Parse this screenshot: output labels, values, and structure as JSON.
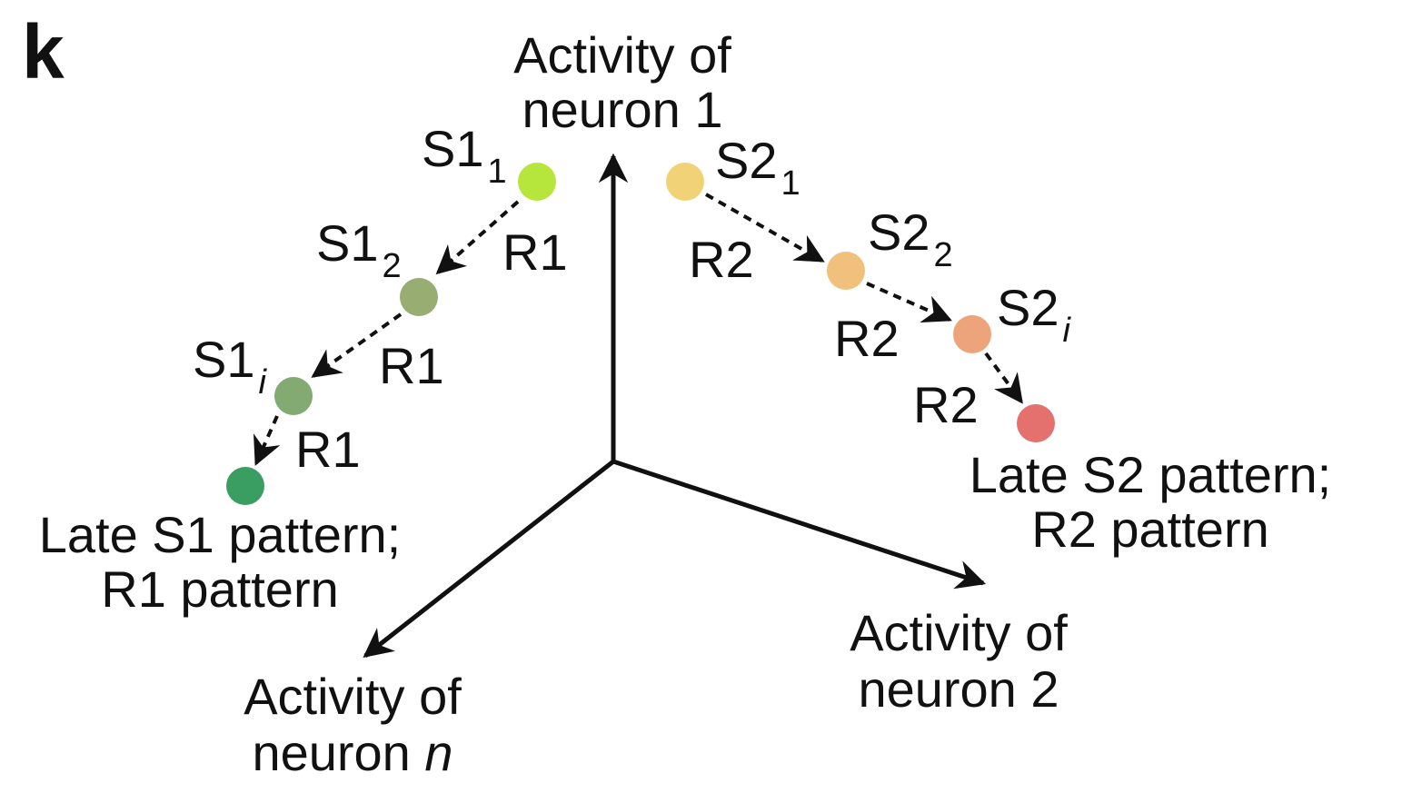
{
  "panel_label": "k",
  "axes": {
    "neuron1": [
      "Activity of",
      "neuron 1"
    ],
    "neuron2": [
      "Activity of",
      "neuron 2"
    ],
    "neuron_n": {
      "line1": "Activity of",
      "line2_prefix": "neuron ",
      "line2_italic": "n"
    }
  },
  "s1_series": {
    "points": [
      {
        "base": "S1",
        "sub": "1",
        "color": "#b6e63c"
      },
      {
        "base": "S1",
        "sub": "2",
        "color": "#97ad72"
      },
      {
        "base": "S1",
        "sub": "i",
        "sub_italic": true,
        "color": "#82aa72"
      },
      {
        "color": "#3a9e63"
      }
    ],
    "transition_label": "R1",
    "end_label": [
      "Late S1 pattern;",
      "R1 pattern"
    ]
  },
  "s2_series": {
    "points": [
      {
        "base": "S2",
        "sub": "1",
        "color": "#f1d277"
      },
      {
        "base": "S2",
        "sub": "2",
        "color": "#f0c07c"
      },
      {
        "base": "S2",
        "sub": "i",
        "sub_italic": true,
        "color": "#eea47a"
      },
      {
        "color": "#e4716d"
      }
    ],
    "transition_label": "R2",
    "end_label": [
      "Late S2 pattern;",
      "R2 pattern"
    ]
  }
}
